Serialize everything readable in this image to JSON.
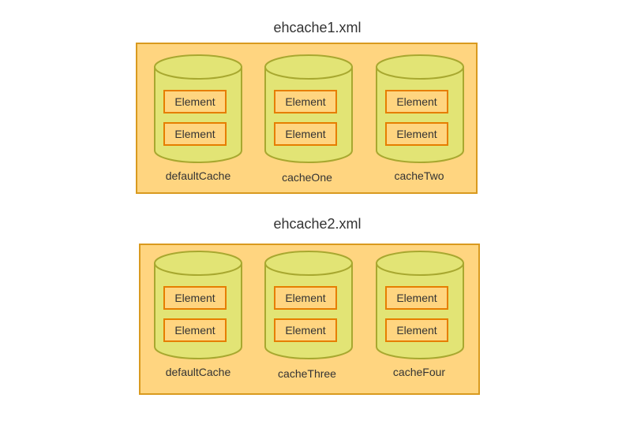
{
  "colors": {
    "group_fill": "#ffd580",
    "group_stroke": "#d99a1f",
    "cylinder_fill": "#e2e475",
    "cylinder_stroke": "#a8a830",
    "element_fill": "#ffd580",
    "element_stroke": "#e67e00"
  },
  "groups": [
    {
      "title": "ehcache1.xml",
      "caches": [
        {
          "name": "defaultCache",
          "elements": [
            "Element",
            "Element"
          ]
        },
        {
          "name": "cacheOne",
          "elements": [
            "Element",
            "Element"
          ]
        },
        {
          "name": "cacheTwo",
          "elements": [
            "Element",
            "Element"
          ]
        }
      ]
    },
    {
      "title": "ehcache2.xml",
      "caches": [
        {
          "name": "defaultCache",
          "elements": [
            "Element",
            "Element"
          ]
        },
        {
          "name": "cacheThree",
          "elements": [
            "Element",
            "Element"
          ]
        },
        {
          "name": "cacheFour",
          "elements": [
            "Element",
            "Element"
          ]
        }
      ]
    }
  ]
}
